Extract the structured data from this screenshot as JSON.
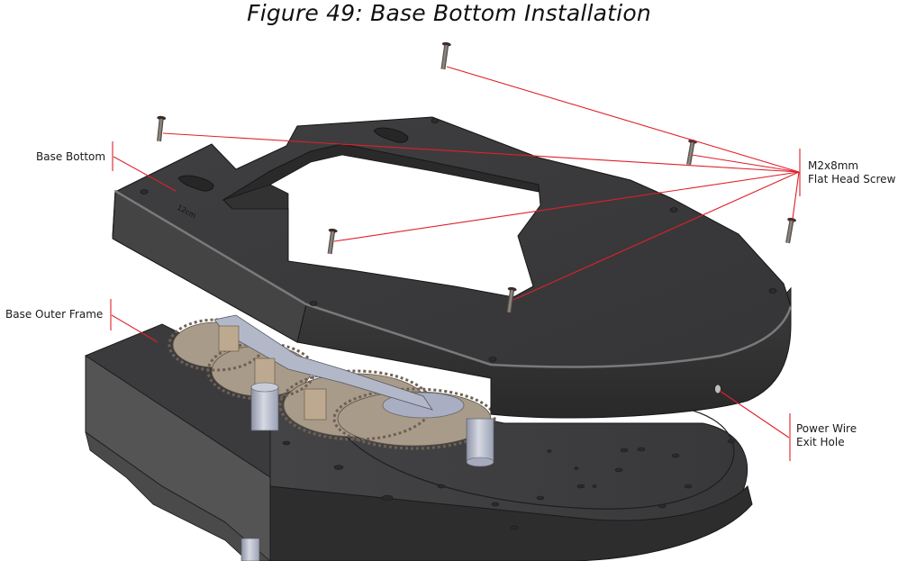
{
  "figure": {
    "title": "Figure 49: Base Bottom Installation",
    "leader_color": "#e0202a"
  },
  "callouts": {
    "base_bottom": {
      "text": "Base Bottom"
    },
    "base_outer_frame": {
      "text": "Base Outer Frame"
    },
    "screw": {
      "line1": "M2x8mm",
      "line2": "Flat Head Screw",
      "count": 6
    },
    "power_wire": {
      "line1": "Power Wire",
      "line2": "Exit Hole"
    }
  },
  "parts": {
    "base_bottom_engraving": "12cm",
    "body_color": "#3a3a3c",
    "body_side_color": "#2c2b2c",
    "gear_color": "#a89a88",
    "standoff_color": "#b9bccb"
  }
}
